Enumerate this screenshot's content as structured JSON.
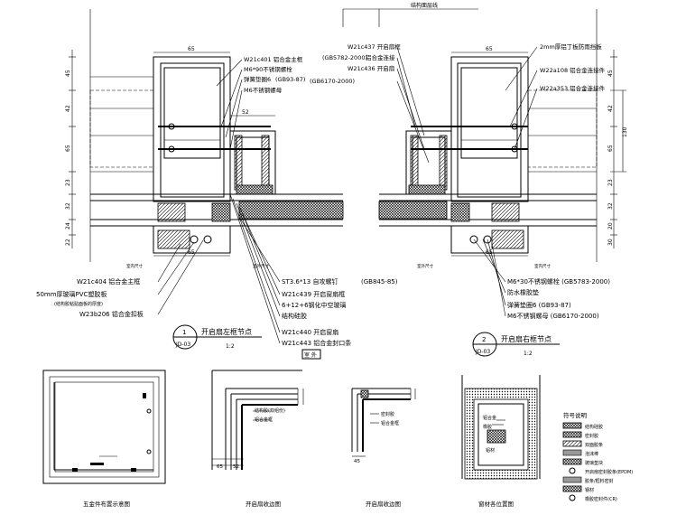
{
  "top_label": "结构面层线",
  "left_annotations": [
    "W21c401 铝合金主框",
    "M6*90不锈钢螺栓",
    "弹簧垫圈6",
    "(GB93-87)",
    "M6不锈钢螺母"
  ],
  "center_annotations": [
    "W21c437 开启扇框",
    "(GB5782-2000)",
    "铝合金连接",
    "W21c436 开启扇",
    "(GB6170-2000)"
  ],
  "right_annotations": [
    "2mm厚铝丁板防雨挡板",
    "W22a108 铝合金连接件",
    "W22a353 铝合金连接件"
  ],
  "lower_left_annotations": [
    "W21c404 铝合金主框",
    "50mm厚玻璃PVC塑胶板",
    "(结构胶粘贴面板的厚度)",
    "W23b206 铝合金扣板"
  ],
  "lower_center_annotations": [
    "ST3.6*13 自攻螺钉",
    "W21c439 开启窗扇框",
    "6+12+6钢化中空玻璃",
    "结构硅胶",
    "W21c440 开启窗扇",
    "W21c443 铝合金封口条"
  ],
  "lower_right_annotations": [
    "(GB845-85)",
    "M6*30不锈钢螺栓 (GB5783-2000)",
    "防水橡胶垫",
    "弹簧垫圈6 (GB93-87)",
    "M6不锈钢螺母 (GB6170-2000)"
  ],
  "dims_top": [
    "65",
    "52",
    "65"
  ],
  "dims_left_vertical": [
    "45",
    "42",
    "65",
    "23",
    "32",
    "24",
    "22"
  ],
  "dims_right_vertical": [
    "45",
    "42",
    "65",
    "130",
    "23",
    "32",
    "20",
    "30"
  ],
  "dims_mid": [
    "65",
    "65"
  ],
  "dims_bottom_details": [
    "65",
    "52",
    "45"
  ],
  "detail1": {
    "number": "1",
    "sheet": "JD-03",
    "title": "开启扇左框节点",
    "scale": "1:2"
  },
  "detail2": {
    "number": "2",
    "sheet": "JD-03",
    "title": "开启扇右框节点",
    "scale": "1:2"
  },
  "center_box_label": "室 外",
  "small_labels_outside": [
    "室内尺寸",
    "室外尺寸",
    "室外尺寸",
    "室内尺寸"
  ],
  "bottom_captions": [
    "五金件布置示意图",
    "开启扇收边图",
    "开启扇收边图",
    "窗材各位置图"
  ],
  "detail_inner_labels": [
    "结构胶(双组份)",
    "铝合金框",
    "密封胶",
    "铝合金框",
    "铝合金",
    "橡胶",
    "铝材"
  ],
  "legend": {
    "title": "符号说明",
    "items": [
      "结构硅胶",
      "密封胶",
      "双面胶条",
      "泡沫棒",
      "玻璃垫块",
      "开启扇密封胶条(EPDM)",
      "胶条/框料密封",
      "钢材",
      "橡胶密封件(CR)"
    ]
  }
}
